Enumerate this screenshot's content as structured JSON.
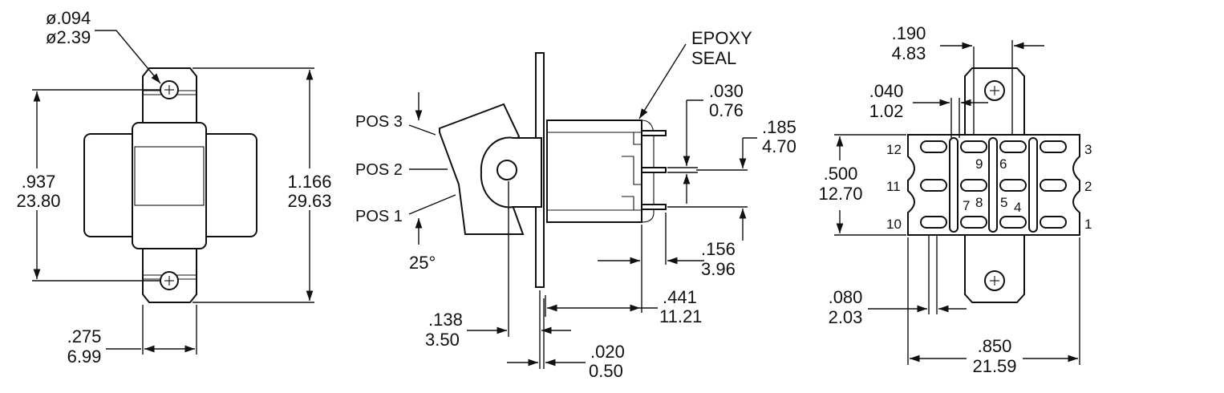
{
  "left_view": {
    "hole_dia_in": "ø.094",
    "hole_dia_mm": "ø2.39",
    "hole_spacing_in": ".937",
    "hole_spacing_mm": "23.80",
    "overall_height_in": "1.166",
    "overall_height_mm": "29.63",
    "tab_width_in": ".275",
    "tab_width_mm": "6.99"
  },
  "side_view": {
    "epoxy_label_1": "EPOXY",
    "epoxy_label_2": "SEAL",
    "pos3": "POS 3",
    "pos2": "POS 2",
    "pos1": "POS 1",
    "angle": "25°",
    "terminal_thk_in": ".030",
    "terminal_thk_mm": "0.76",
    "term_spacing_in": ".185",
    "term_spacing_mm": "4.70",
    "term_length_in": ".156",
    "term_length_mm": "3.96",
    "body_depth_in": ".441",
    "body_depth_mm": "11.21",
    "pivot_offset_in": ".138",
    "pivot_offset_mm": "3.50",
    "panel_thk_in": ".020",
    "panel_thk_mm": "0.50"
  },
  "bottom_view": {
    "tab_width_in": ".190",
    "tab_width_mm": "4.83",
    "barrier_in": ".040",
    "barrier_mm": "1.02",
    "row_spacing_in": ".500",
    "row_spacing_mm": "12.70",
    "terminal_width_in": ".080",
    "terminal_width_mm": "2.03",
    "overall_width_in": ".850",
    "overall_width_mm": "21.59",
    "pins": [
      "1",
      "2",
      "3",
      "4",
      "5",
      "6",
      "7",
      "8",
      "9",
      "10",
      "11",
      "12"
    ]
  }
}
